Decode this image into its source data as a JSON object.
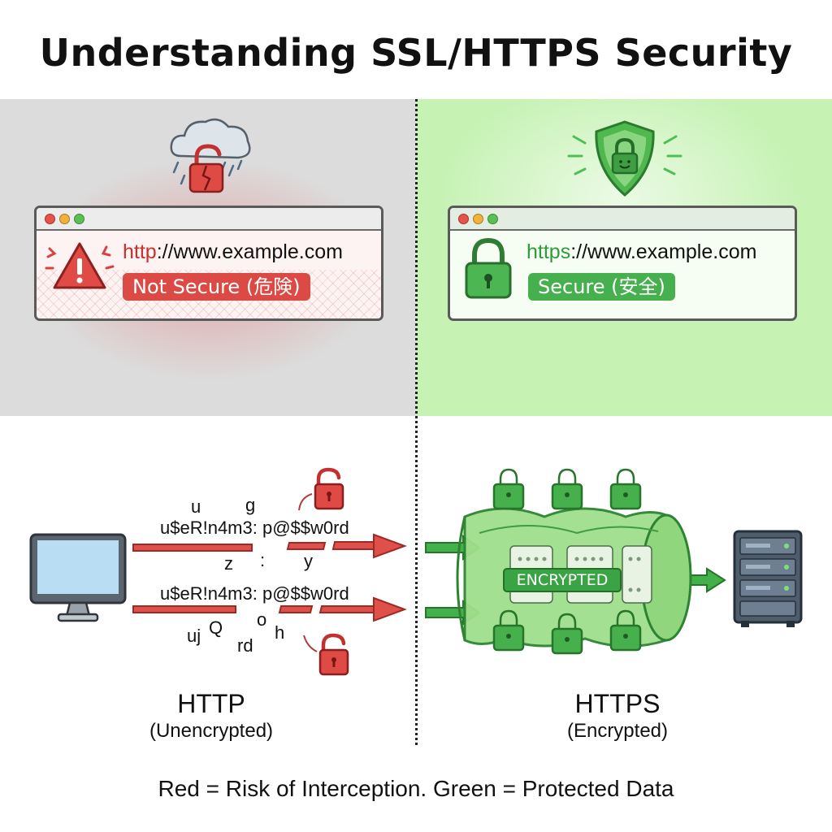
{
  "title": "Understanding SSL/HTTPS Security",
  "left": {
    "url_prefix": "http",
    "url_rest": "://www.example.com",
    "status": "Not Secure (危険)",
    "stream_1": "u$eR!n4m3: p@$$w0rd",
    "stream_2": "u$eR!n4m3: p@$$w0rd",
    "scatter": [
      "u",
      "g",
      "z",
      ":",
      "y",
      "uj",
      "Q",
      "o",
      "h",
      "rd"
    ],
    "protocol": "HTTP",
    "protocol_note": "(Unencrypted)"
  },
  "right": {
    "url_prefix": "https",
    "url_rest": "://www.example.com",
    "status": "Secure (安全)",
    "tunnel_label": "ENCRYPTED",
    "protocol": "HTTPS",
    "protocol_note": "(Encrypted)"
  },
  "footer": "Red = Risk of Interception. Green = Protected Data",
  "icons": [
    "cloud-icon",
    "broken-lock-icon",
    "warning-icon",
    "shield-lock-icon",
    "padlock-icon",
    "computer-monitor-icon",
    "server-icon"
  ],
  "colors": {
    "danger": "#d9413f",
    "safe": "#3fae49",
    "safe_dark": "#2f7d35",
    "danger_bg": "#dcdcdc",
    "safe_bg": "#c6f2b4"
  }
}
